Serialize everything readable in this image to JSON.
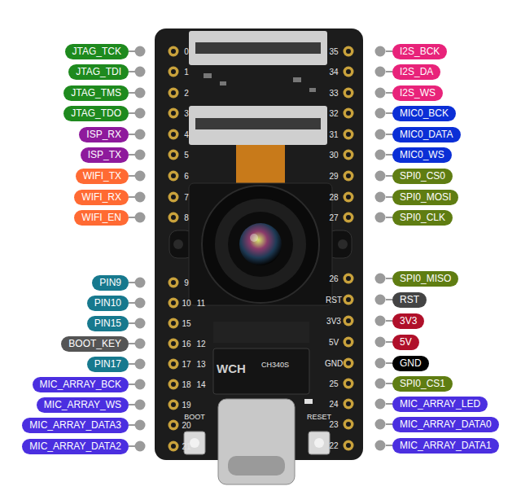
{
  "diagram": {
    "nodes": [
      {
        "text": [
          "JTAG_TCK"
        ]
      },
      {
        "text": [
          "JTAG_TDI"
        ]
      },
      {
        "text": [
          "JTAG_TMS"
        ]
      },
      {
        "text": [
          "JTAG_TDO"
        ]
      },
      {
        "text": [
          "ISP_RX"
        ]
      },
      {
        "text": [
          "ISP_TX"
        ]
      },
      {
        "text": [
          "WIFI_TX"
        ]
      },
      {
        "text": [
          "WIFI_RX"
        ]
      },
      {
        "text": [
          "WIFI_EN"
        ]
      },
      {
        "text": [
          "PIN9"
        ]
      },
      {
        "text": [
          "PIN10"
        ]
      },
      {
        "text": [
          "PIN15"
        ]
      },
      {
        "text": [
          "BOOT_KEY"
        ]
      },
      {
        "text": [
          "PIN17"
        ]
      },
      {
        "text": [
          "MIC_ARRAY_BCK"
        ]
      },
      {
        "text": [
          "MIC_ARRAY_WS"
        ]
      },
      {
        "text": [
          "MIC_ARRAY_DATA3"
        ]
      },
      {
        "text": [
          "MIC_ARRAY_DATA2"
        ]
      },
      {
        "text": [
          "I2S_BCK"
        ]
      },
      {
        "text": [
          "I2S_DA"
        ]
      },
      {
        "text": [
          "I2S_WS"
        ]
      },
      {
        "text": [
          "MIC0_BCK"
        ]
      },
      {
        "text": [
          "MIC0_DATA"
        ]
      },
      {
        "text": [
          "MIC0_WS"
        ]
      },
      {
        "text": [
          "SPI0_CS0"
        ]
      },
      {
        "text": [
          "SPI0_MOSI"
        ]
      },
      {
        "text": [
          "SPI0_CLK"
        ]
      },
      {
        "text": [
          "SPI0_MISO"
        ]
      },
      {
        "text": [
          "RST"
        ]
      },
      {
        "text": [
          "3V3"
        ]
      },
      {
        "text": [
          "5V"
        ]
      },
      {
        "text": [
          "GND"
        ]
      },
      {
        "text": [
          "SPI0_CS1"
        ]
      },
      {
        "text": [
          "MIC_ARRAY_LED"
        ]
      },
      {
        "text": [
          "MIC_ARRAY_DATA0"
        ]
      },
      {
        "text": [
          "MIC_ARRAY_DATA1"
        ]
      }
    ],
    "labels": [
      "0",
      "1",
      "2",
      "3",
      "4",
      "5",
      "6",
      "7",
      "8",
      "9",
      "10",
      "11",
      "15",
      "16",
      "12",
      "17",
      "13",
      "18",
      "14",
      "19",
      "20",
      "21",
      "35",
      "34",
      "33",
      "32",
      "31",
      "30",
      "29",
      "28",
      "27",
      "26",
      "RST",
      "3V3",
      "5V",
      "GND",
      "25",
      "24",
      "23",
      "22",
      "WCH",
      "CH340S",
      "BOOT",
      "RESET"
    ]
  }
}
